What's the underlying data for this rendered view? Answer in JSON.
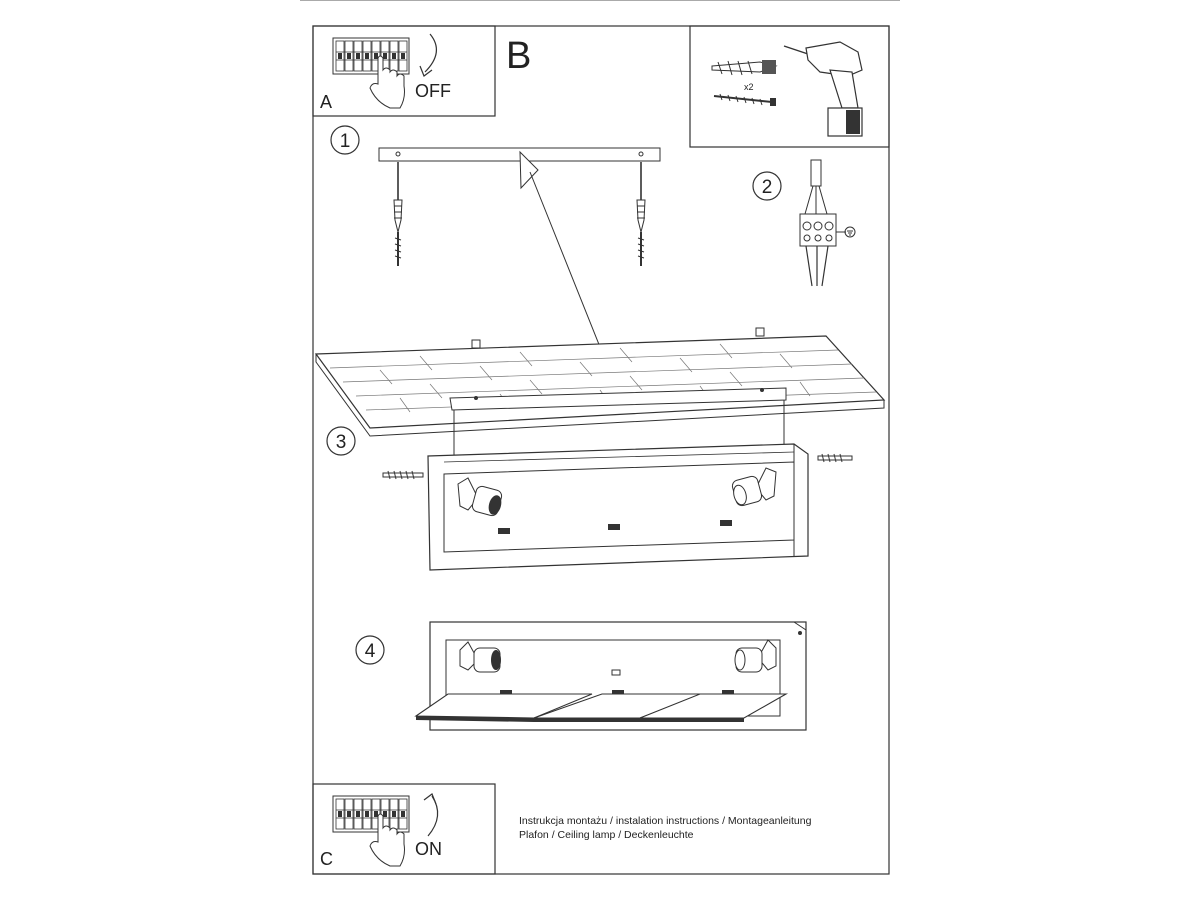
{
  "panels": {
    "a": {
      "letter": "A",
      "caption": "OFF"
    },
    "b": {
      "letter": "B"
    },
    "c": {
      "letter": "C",
      "caption": "ON"
    }
  },
  "hardware": {
    "quantity": "x2"
  },
  "steps": [
    "1",
    "2",
    "3",
    "4"
  ],
  "footer": {
    "line1": "Instrukcja montażu / instalation instructions / Montageanleitung",
    "line2": "Plafon / Ceiling lamp / Deckenleuchte"
  },
  "icons": [
    "breaker-panel-icon",
    "hand-icon",
    "curved-arrow-icon",
    "wall-plug-icon",
    "screw-icon",
    "drill-icon",
    "terminal-block-icon",
    "ground-icon"
  ],
  "colors": {
    "line": "#333333",
    "background": "#ffffff"
  }
}
